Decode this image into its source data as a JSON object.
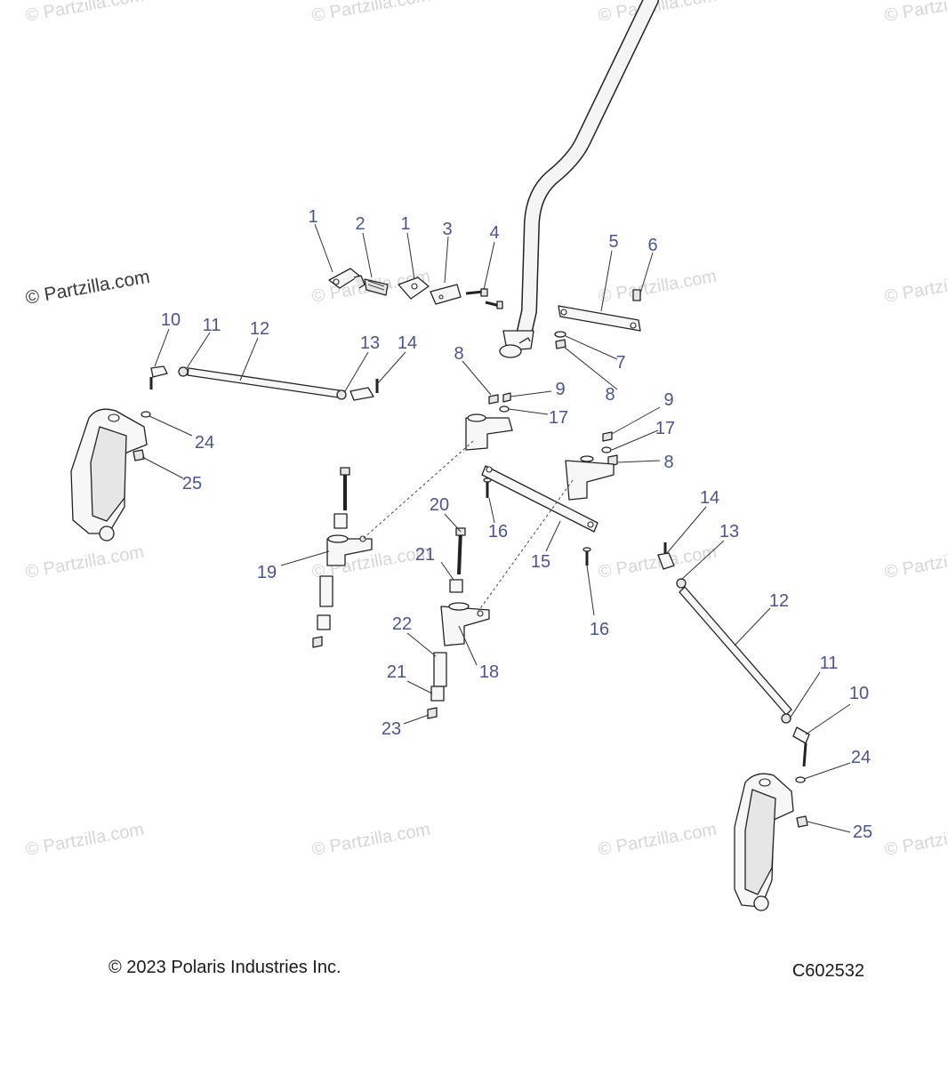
{
  "watermark": "© Partzilla.com",
  "watermark_primary": "© Partzilla.com",
  "copyright": "© 2023 Polaris Industries Inc.",
  "diagram_code": "C602532",
  "callouts": [
    {
      "id": "c1a",
      "label": "1"
    },
    {
      "id": "c2",
      "label": "2"
    },
    {
      "id": "c1b",
      "label": "1"
    },
    {
      "id": "c3",
      "label": "3"
    },
    {
      "id": "c4",
      "label": "4"
    },
    {
      "id": "c5",
      "label": "5"
    },
    {
      "id": "c6",
      "label": "6"
    },
    {
      "id": "c7",
      "label": "7"
    },
    {
      "id": "c8a",
      "label": "8"
    },
    {
      "id": "c8b",
      "label": "8"
    },
    {
      "id": "c9a",
      "label": "9"
    },
    {
      "id": "c17a",
      "label": "17"
    },
    {
      "id": "c9b",
      "label": "9"
    },
    {
      "id": "c17b",
      "label": "17"
    },
    {
      "id": "c8c",
      "label": "8"
    },
    {
      "id": "c10a",
      "label": "10"
    },
    {
      "id": "c11a",
      "label": "11"
    },
    {
      "id": "c12a",
      "label": "12"
    },
    {
      "id": "c13a",
      "label": "13"
    },
    {
      "id": "c14a",
      "label": "14"
    },
    {
      "id": "c24a",
      "label": "24"
    },
    {
      "id": "c25a",
      "label": "25"
    },
    {
      "id": "c19",
      "label": "19"
    },
    {
      "id": "c20",
      "label": "20"
    },
    {
      "id": "c21a",
      "label": "21"
    },
    {
      "id": "c22",
      "label": "22"
    },
    {
      "id": "c21b",
      "label": "21"
    },
    {
      "id": "c23",
      "label": "23"
    },
    {
      "id": "c18",
      "label": "18"
    },
    {
      "id": "c16a",
      "label": "16"
    },
    {
      "id": "c15",
      "label": "15"
    },
    {
      "id": "c16b",
      "label": "16"
    },
    {
      "id": "c14b",
      "label": "14"
    },
    {
      "id": "c13b",
      "label": "13"
    },
    {
      "id": "c12b",
      "label": "12"
    },
    {
      "id": "c11b",
      "label": "11"
    },
    {
      "id": "c10b",
      "label": "10"
    },
    {
      "id": "c24b",
      "label": "24"
    },
    {
      "id": "c25b",
      "label": "25"
    }
  ]
}
